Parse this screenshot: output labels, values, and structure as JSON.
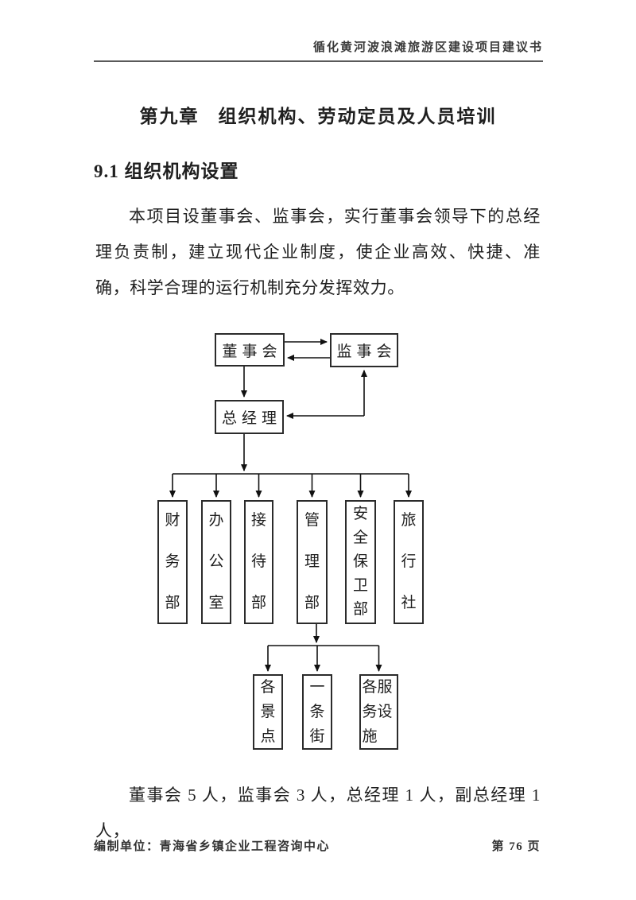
{
  "page": {
    "header": "循化黄河波浪滩旅游区建设项目建议书",
    "chapter_title": {
      "number": "第九章",
      "text": "组织机构、劳动定员及人员培训"
    },
    "section_heading": "9.1 组织机构设置",
    "paragraph_intro": "本项目设董事会、监事会，实行董事会领导下的总经理负责制，建立现代企业制度，使企业高效、快捷、准确，科学合理的运行机制充分发挥效力。",
    "paragraph_staffing": "董事会 5 人，监事会 3 人，总经理 1 人，副总经理 1 人，",
    "footer": {
      "left": "编制单位：青海省乡镇企业工程咨询中心",
      "right": "第 76 页"
    }
  },
  "org_chart": {
    "board": "董事会",
    "supervisory": "监事会",
    "general_manager": "总经理",
    "departments": [
      "财务部",
      "办公室",
      "接待部",
      "管理部",
      "安全保卫部",
      "旅行社"
    ],
    "sub_units": [
      "各景点",
      "一条街",
      "各服务设施"
    ]
  },
  "colors": {
    "ink": "#1f1f1f",
    "connector_line": "#111111",
    "header_rule": "#5a5a5a",
    "background": "#ffffff"
  }
}
